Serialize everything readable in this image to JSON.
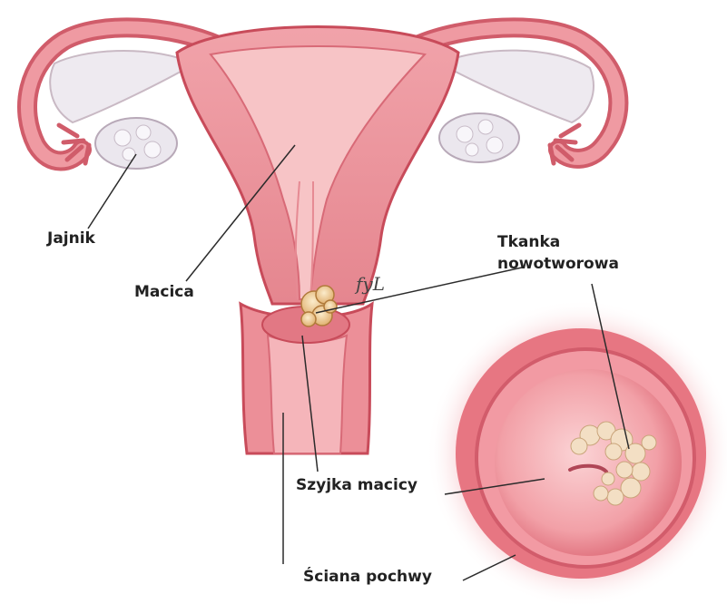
{
  "labels": {
    "ovary": "Jajnik",
    "uterus": "Macica",
    "tumor_line1": "Tkanka",
    "tumor_line2": "nowotworowa",
    "cervix": "Szyjka macicy",
    "vaginal_wall": "Ściana pochwy"
  },
  "signature": "fyL",
  "colors": {
    "tissue": "#e9808a",
    "tissue_dark": "#c84b5a",
    "tissue_light": "#f3b2b5",
    "cavity": "#f7c4c6",
    "tumor": "#f0d29a",
    "ovary": "#e8e4ea",
    "leader": "#2b2b2b"
  }
}
